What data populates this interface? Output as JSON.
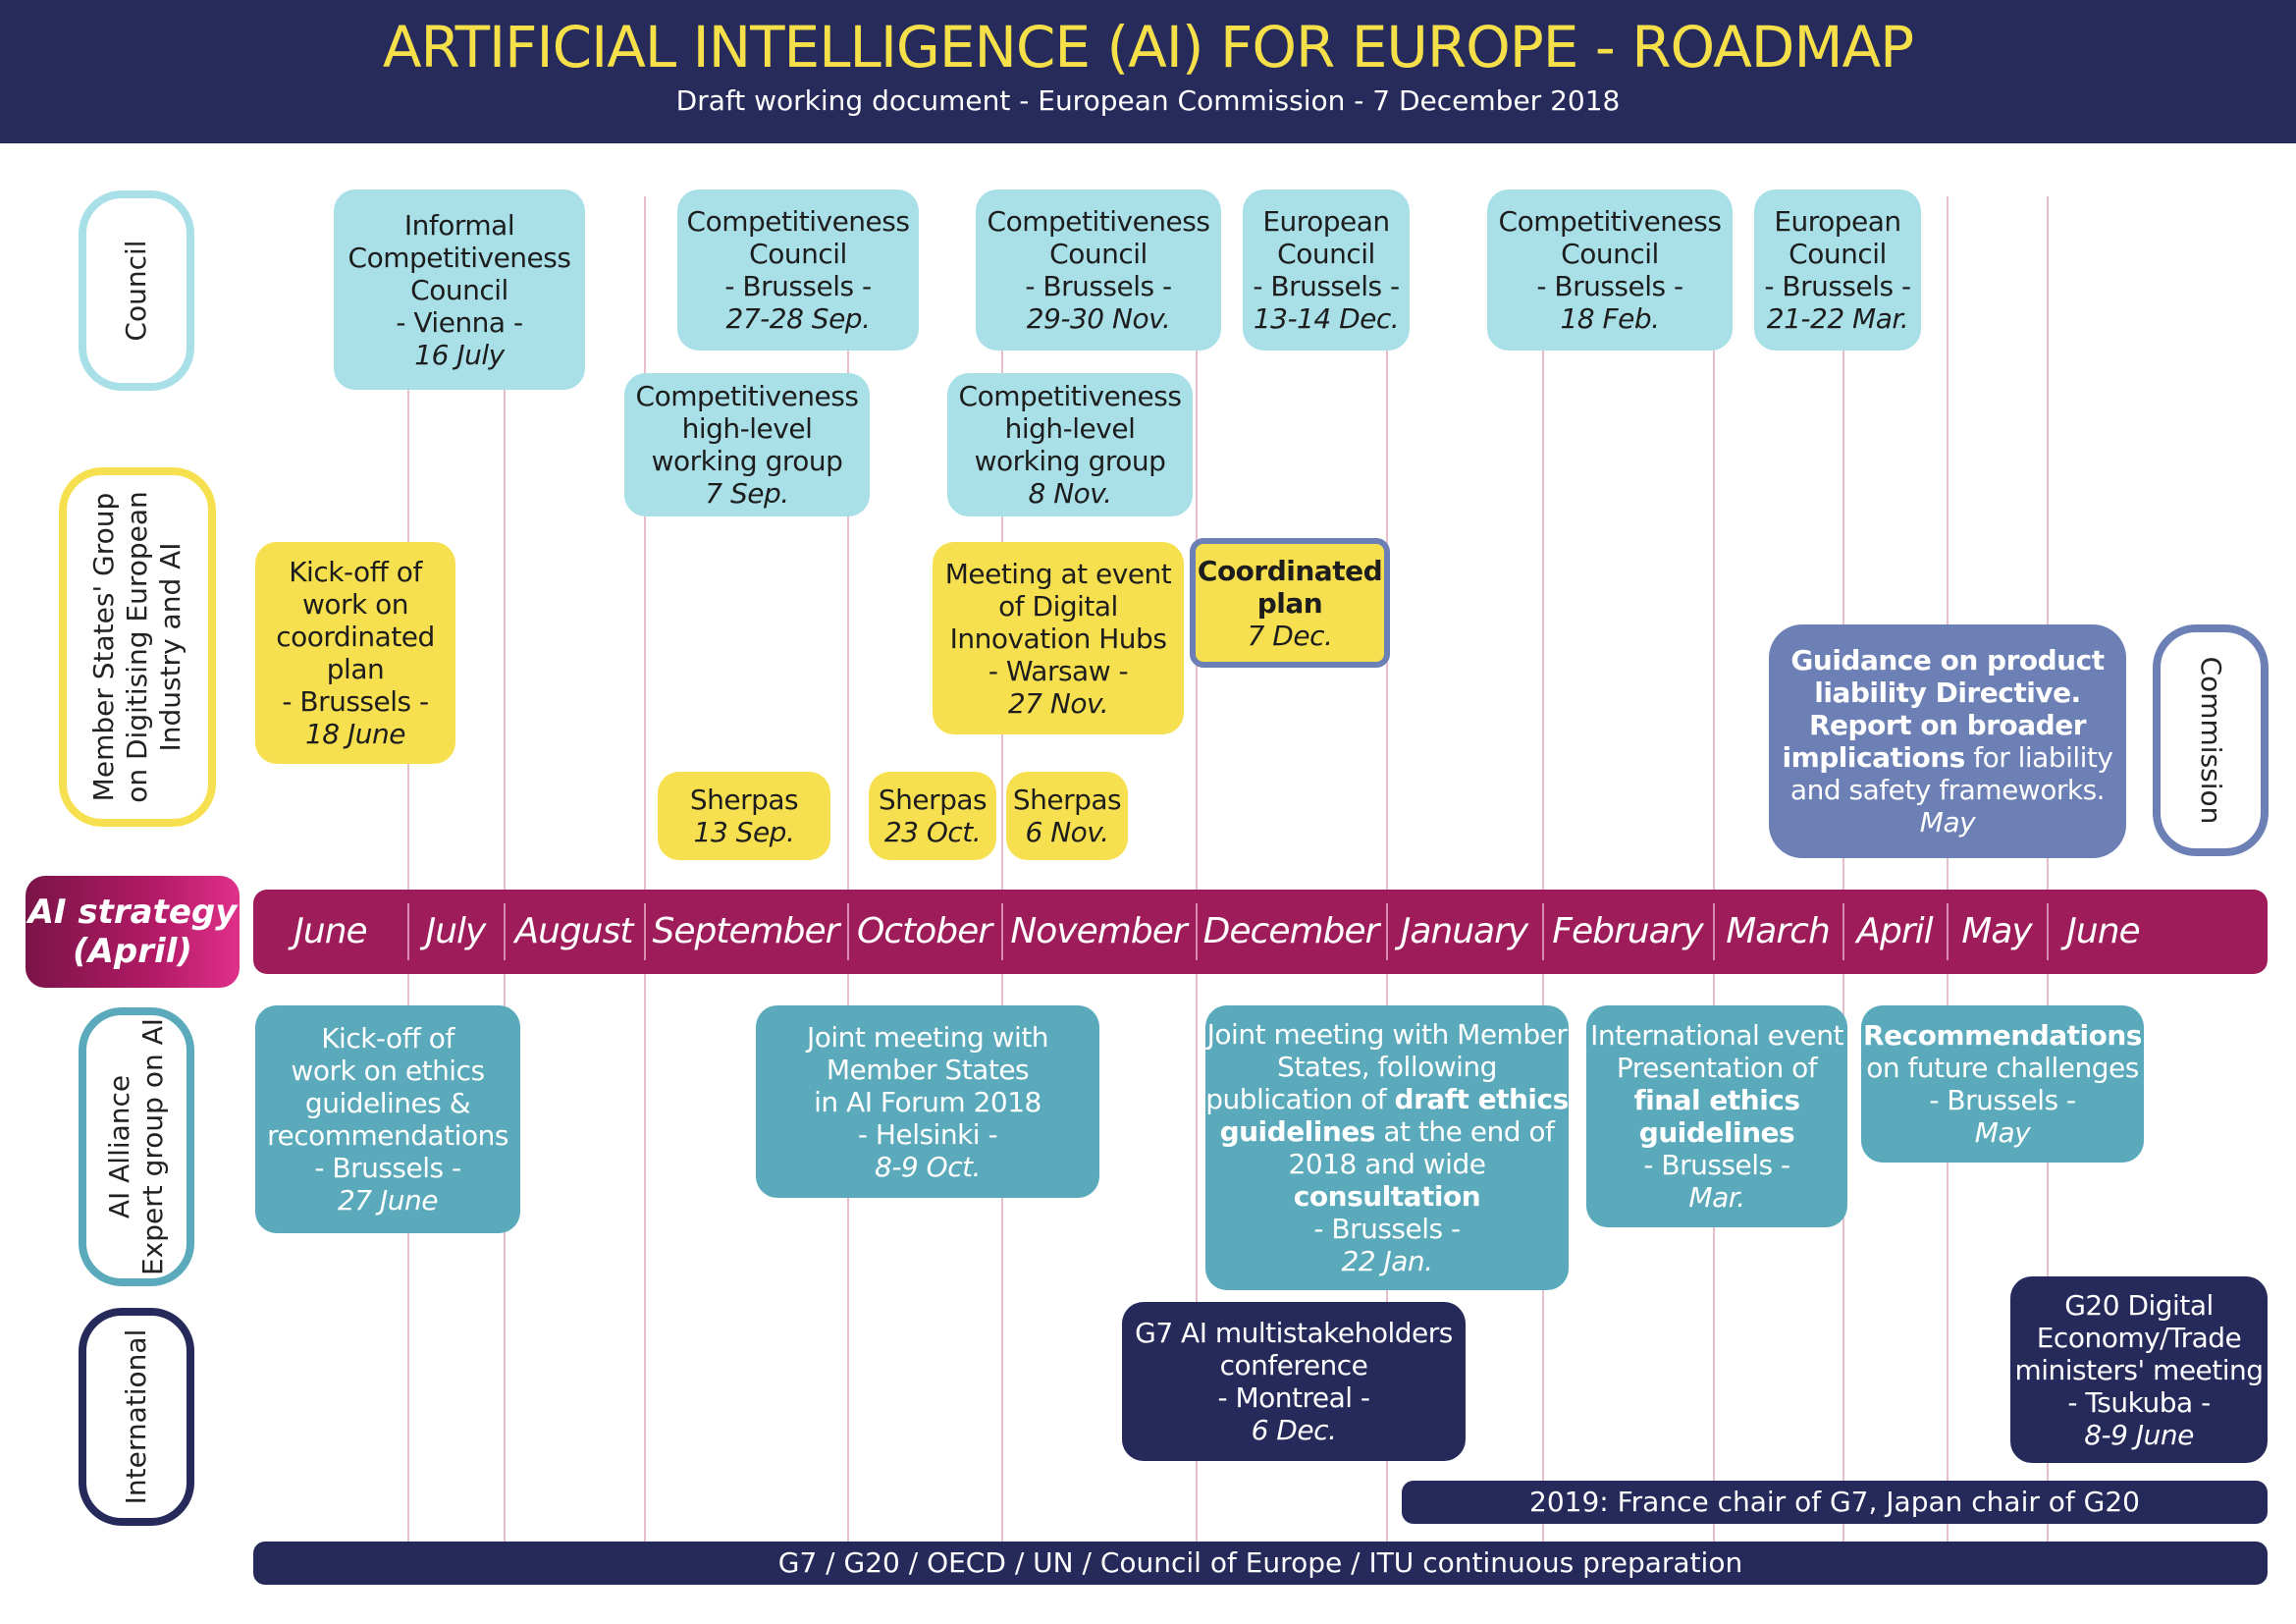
{
  "header": {
    "title": "ARTIFICIAL INTELLIGENCE (AI) FOR EUROPE - ROADMAP",
    "subtitle": "Draft working document - European Commission - 7 December 2018"
  },
  "lanes": {
    "council": "Council",
    "member_states": "Member States' Group\non Digitising European\nIndustry and AI",
    "alliance": "AI Alliance\nExpert group on AI",
    "international": "International",
    "commission": "Commission"
  },
  "strategy": [
    "AI strategy",
    "(April)"
  ],
  "months": [
    "June",
    "July",
    "August",
    "September",
    "October",
    "November",
    "December",
    "January",
    "February",
    "March",
    "April",
    "May",
    "June"
  ],
  "events": {
    "council_vienna": [
      "Informal",
      "Competitiveness",
      "Council",
      "- Vienna -",
      "16 July"
    ],
    "council_sep": [
      "Competitiveness",
      "Council",
      "- Brussels -",
      "27-28 Sep."
    ],
    "council_nov": [
      "Competitiveness",
      "Council",
      "- Brussels -",
      "29-30 Nov."
    ],
    "eu_council_dec": [
      "European",
      "Council",
      "- Brussels -",
      "13-14 Dec."
    ],
    "council_feb": [
      "Competitiveness",
      "Council",
      "- Brussels -",
      "18 Feb."
    ],
    "eu_council_mar": [
      "European",
      "Council",
      "- Brussels -",
      "21-22 Mar."
    ],
    "hlwg_sep": [
      "Competitiveness",
      "high-level",
      "working group",
      "7 Sep."
    ],
    "hlwg_nov": [
      "Competitiveness",
      "high-level",
      "working group",
      "8 Nov."
    ],
    "kickoff_coord": [
      "Kick-off of",
      "work on",
      "coordinated",
      "plan",
      "- Brussels -",
      "18 June"
    ],
    "warsaw": [
      "Meeting at event",
      "of Digital",
      "Innovation Hubs",
      "- Warsaw -",
      "27 Nov."
    ],
    "coord_plan": [
      "Coordinated",
      "plan",
      "7 Dec."
    ],
    "sherpas_sep": [
      "Sherpas",
      "13 Sep."
    ],
    "sherpas_oct": [
      "Sherpas",
      "23 Oct."
    ],
    "sherpas_nov": [
      "Sherpas",
      "6 Nov."
    ],
    "guidance": [
      "Guidance on product",
      "liability Directive.",
      "Report on broader",
      "implications",
      " for liability",
      "and safety frameworks.",
      "May"
    ],
    "kickoff_ethics": [
      "Kick-off of",
      "work on ethics",
      "guidelines &",
      "recommendations",
      "- Brussels -",
      "27 June"
    ],
    "helsinki": [
      "Joint meeting with",
      "Member States",
      "in AI Forum 2018",
      "- Helsinki -",
      "8-9 Oct."
    ],
    "joint_jan": [
      "Joint meeting with Member",
      "States, following",
      "publication of ",
      "draft ethics",
      "guidelines",
      " at the end of",
      "2018 and wide",
      "consultation",
      "- Brussels -",
      "22 Jan."
    ],
    "intl_event": [
      "International event",
      "Presentation of",
      "final ethics",
      "guidelines",
      "- Brussels -",
      "Mar."
    ],
    "recommendations": [
      "Recommendations",
      "on future challenges",
      "- Brussels -",
      "May"
    ],
    "g7_montreal": [
      "G7 AI multistakeholders",
      "conference",
      "- Montreal -",
      "6 Dec."
    ],
    "g20_tsukuba": [
      "G20 Digital",
      "Economy/Trade",
      "ministers' meeting",
      "- Tsukuba -",
      "8-9 June"
    ]
  },
  "bars": {
    "g7_g20_2019": "2019: France chair of G7, Japan chair of G20",
    "continuous": "G7 / G20 / OECD / UN / Council of Europe / ITU continuous preparation"
  },
  "colors": {
    "header": "#272b5c",
    "title": "#f6e04a",
    "council": "#a9e0e8",
    "member_states": "#f7e04f",
    "alliance": "#5aaabb",
    "international": "#252a5b",
    "commission": "#6c80b5",
    "timeline": "#9e1c5a"
  }
}
